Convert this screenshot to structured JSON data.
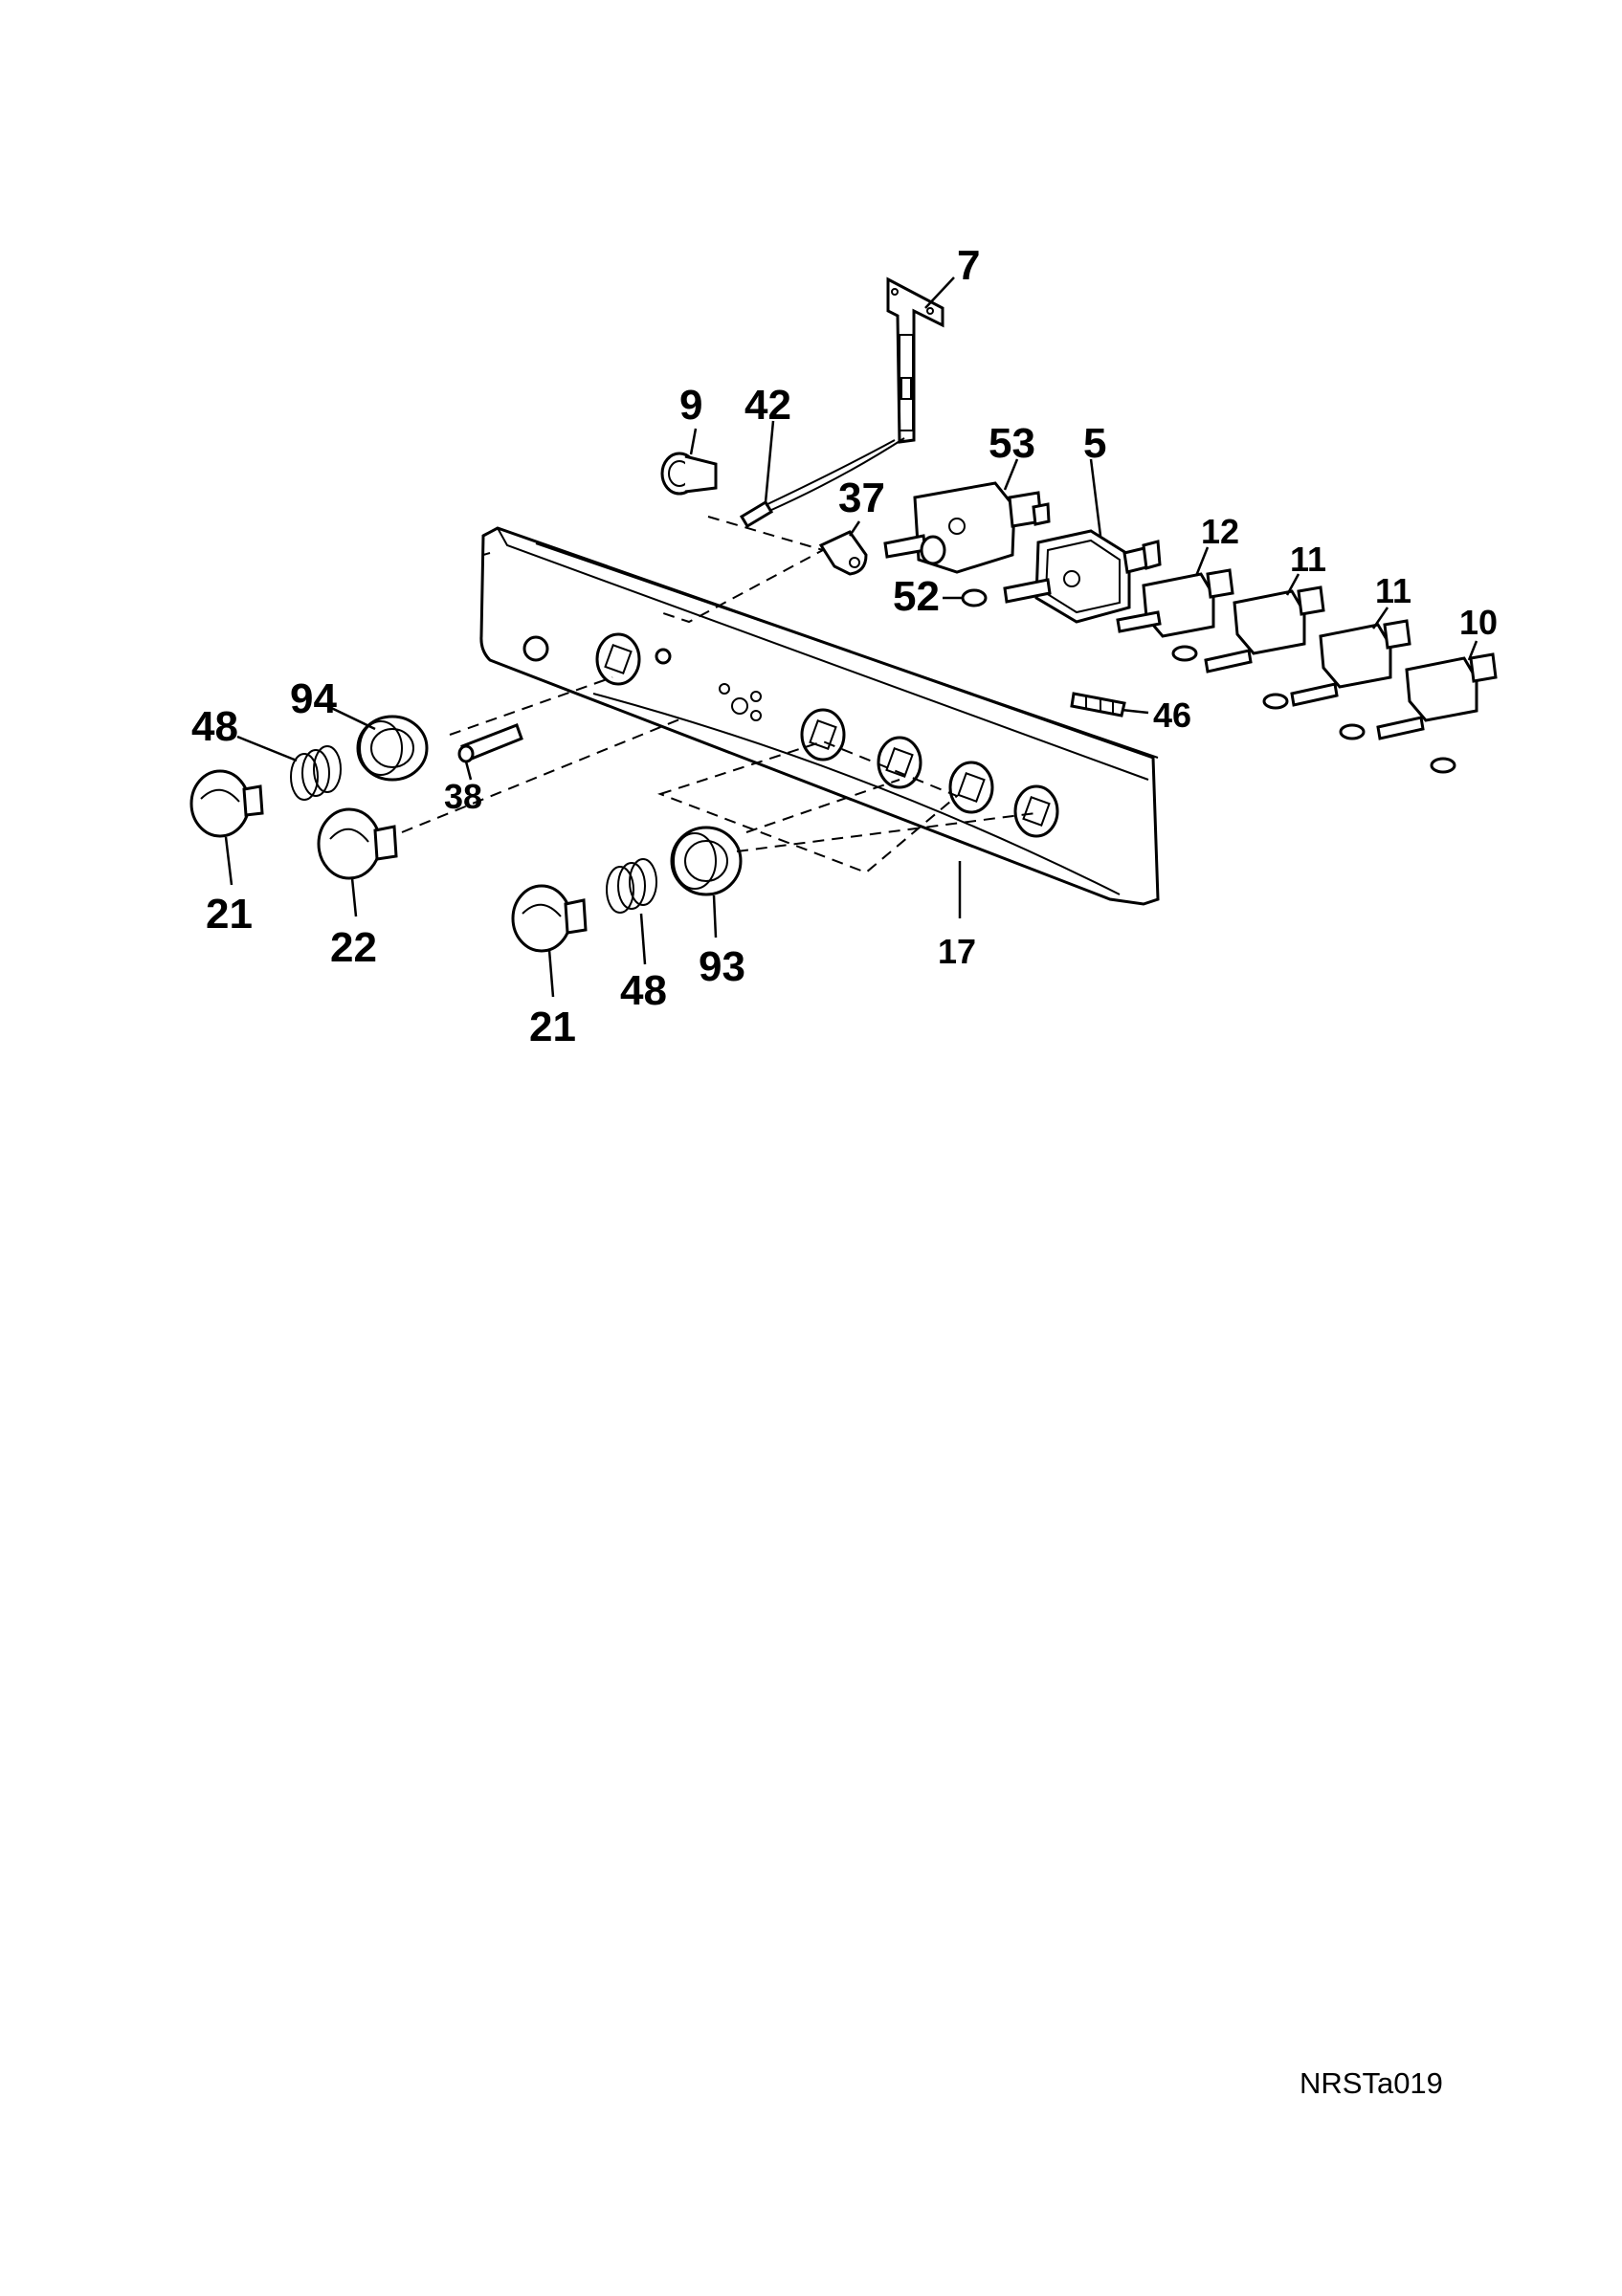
{
  "diagram": {
    "labels": {
      "p7": "7",
      "p9": "9",
      "p42": "42",
      "p53": "53",
      "p5": "5",
      "p37": "37",
      "p12": "12",
      "p11a": "11",
      "p11b": "11",
      "p10": "10",
      "p52": "52",
      "p46": "46",
      "p94": "94",
      "p48a": "48",
      "p38": "38",
      "p21a": "21",
      "p22": "22",
      "p17": "17",
      "p93": "93",
      "p48b": "48",
      "p21b": "21"
    },
    "reference_code": "NRSTa019"
  }
}
